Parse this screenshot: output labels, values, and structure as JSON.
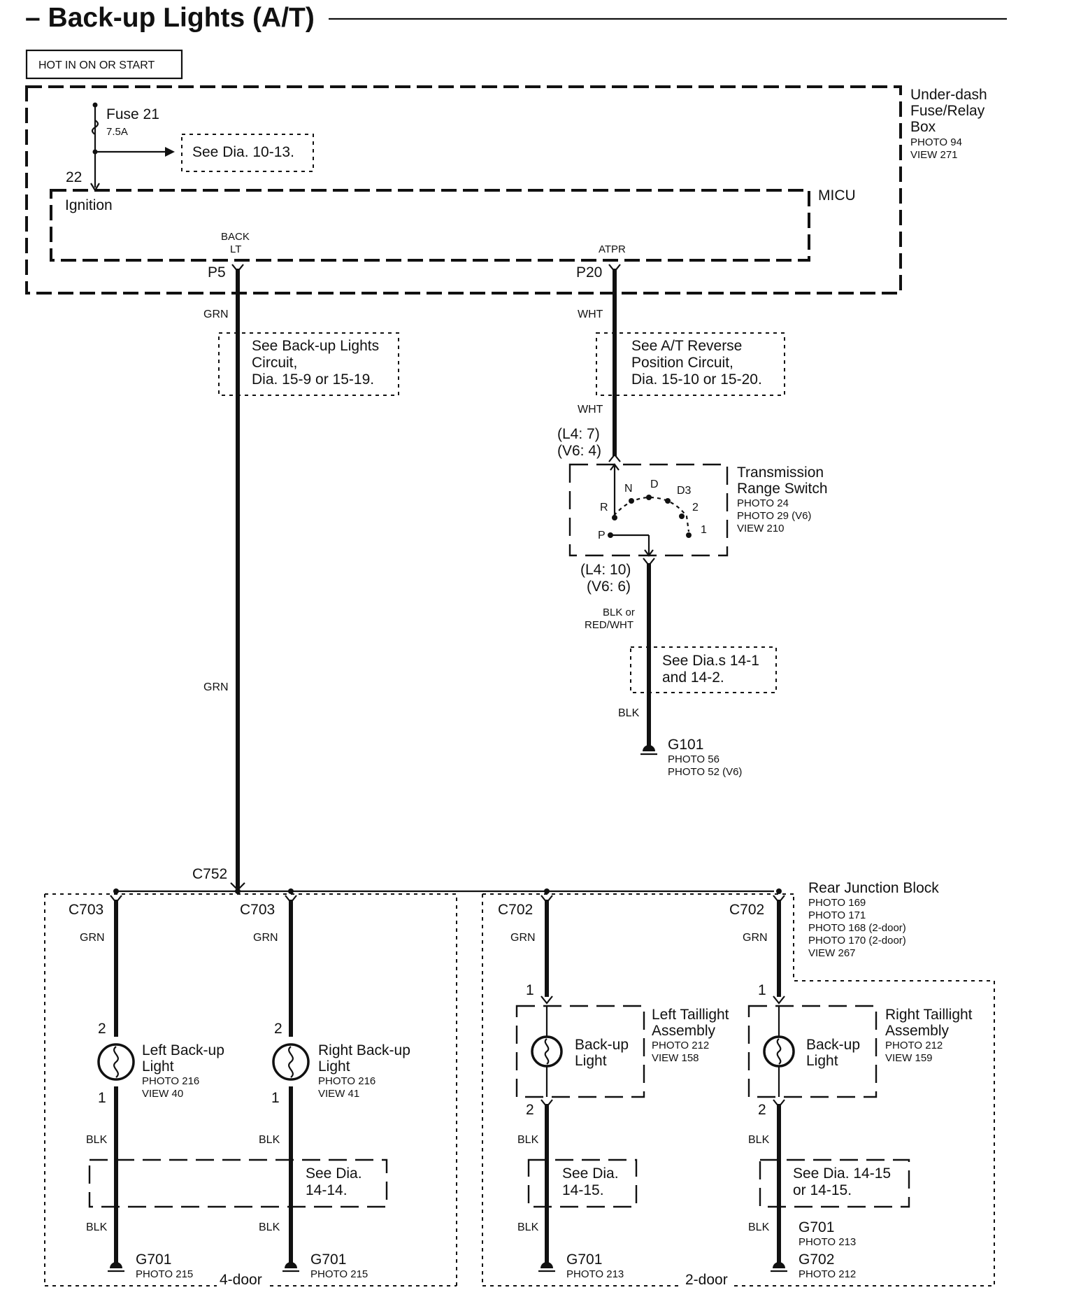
{
  "title": "– Back-up Lights (A/T)",
  "hot_label": "HOT IN ON OR START",
  "fuse_box": {
    "name_lines": [
      "Under-dash",
      "Fuse/Relay",
      "Box"
    ],
    "ref_lines": [
      "PHOTO 94",
      "VIEW 271"
    ]
  },
  "fuse": {
    "name": "Fuse 21",
    "rating": "7.5A",
    "see_ref": "See Dia. 10-13."
  },
  "micu": {
    "name": "MICU",
    "pin_in": "22",
    "ignition": "Ignition",
    "back_lt": [
      "BACK",
      "LT"
    ],
    "atpr": "ATPR",
    "p5": "P5",
    "p20": "P20"
  },
  "wires": {
    "grn": "GRN",
    "wht": "WHT",
    "blk": "BLK",
    "blk_or": "BLK or",
    "red_wht": "RED/WHT"
  },
  "see_backup_circuit": [
    "See Back-up Lights",
    "Circuit,",
    "Dia. 15-9 or 15-19."
  ],
  "see_reverse_circuit": [
    "See A/T Reverse",
    "Position Circuit,",
    "Dia. 15-10 or 15-20."
  ],
  "trs": {
    "pin_in": [
      "(L4: 7)",
      "(V6: 4)"
    ],
    "pin_out": [
      "(L4: 10)",
      "(V6: 6)"
    ],
    "name_lines": [
      "Transmission",
      "Range Switch"
    ],
    "ref_lines": [
      "PHOTO 24",
      "PHOTO 29 (V6)",
      "VIEW 210"
    ],
    "positions": {
      "p": "P",
      "r": "R",
      "n": "N",
      "d": "D",
      "d3": "D3",
      "two": "2",
      "one": "1"
    }
  },
  "see_dias_14": [
    "See Dia.s 14-1",
    "and 14-2."
  ],
  "g101": {
    "name": "G101",
    "refs": [
      "PHOTO 56",
      "PHOTO 52 (V6)"
    ]
  },
  "c752": "C752",
  "rear_junction": {
    "name": "Rear Junction Block",
    "refs": [
      "PHOTO 169",
      "PHOTO 171",
      "PHOTO 168 (2-door)",
      "PHOTO 170 (2-door)",
      "VIEW 267"
    ]
  },
  "c703": "C703",
  "c702": "C702",
  "left_backup": {
    "name_lines": [
      "Left Back-up",
      "Light"
    ],
    "refs": [
      "PHOTO 216",
      "VIEW 40"
    ]
  },
  "right_backup": {
    "name_lines": [
      "Right Back-up",
      "Light"
    ],
    "refs": [
      "PHOTO 216",
      "VIEW 41"
    ]
  },
  "left_taillight": {
    "name_lines": [
      "Left Taillight",
      "Assembly"
    ],
    "refs": [
      "PHOTO 212",
      "VIEW 158"
    ]
  },
  "right_taillight": {
    "name_lines": [
      "Right Taillight",
      "Assembly"
    ],
    "refs": [
      "PHOTO 212",
      "VIEW 159"
    ]
  },
  "backup_light_inner": [
    "Back-up",
    "Light"
  ],
  "pins": {
    "one": "1",
    "two": "2"
  },
  "see_14_14": [
    "See Dia.",
    "14-14."
  ],
  "see_14_15": [
    "See Dia.",
    "14-15."
  ],
  "see_14_15_or": [
    "See Dia. 14-15",
    "or 14-15."
  ],
  "grounds": {
    "g701": "G701",
    "g702": "G702",
    "photo215": "PHOTO 215",
    "photo213": "PHOTO 213",
    "photo212": "PHOTO 212"
  },
  "body_4door": "4-door",
  "body_2door": "2-door"
}
